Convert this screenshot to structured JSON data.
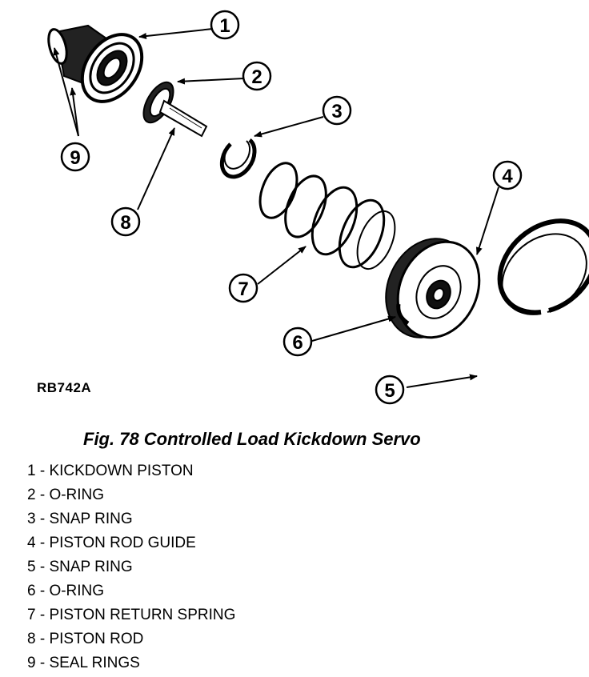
{
  "figure": {
    "drawing_code": "RB742A",
    "caption": "Fig. 78 Controlled Load Kickdown Servo"
  },
  "callouts": [
    "1",
    "2",
    "3",
    "4",
    "5",
    "6",
    "7",
    "8",
    "9"
  ],
  "legend": [
    "1 - KICKDOWN PISTON",
    "2 - O-RING",
    "3 - SNAP RING",
    "4 - PISTON ROD GUIDE",
    "5 - SNAP RING",
    "6 - O-RING",
    "7 - PISTON RETURN SPRING",
    "8 - PISTON ROD",
    "9 - SEAL RINGS"
  ]
}
